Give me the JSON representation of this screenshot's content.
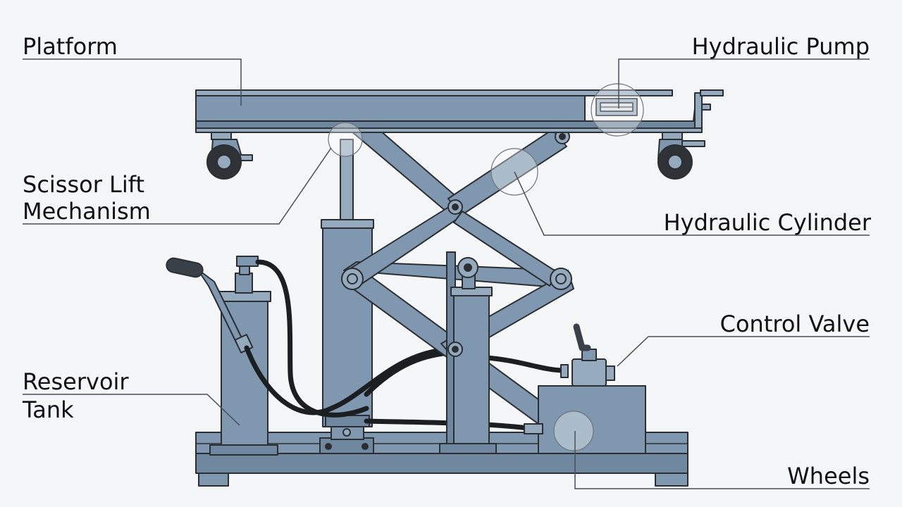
{
  "diagram": {
    "colors": {
      "background": "#f4f6f8",
      "steel": "#7f98b0",
      "steel_dark": "#6f889f",
      "steel_light": "#95aabd",
      "outline": "#2b2f33",
      "hose": "#1c1f22",
      "leader": "#4a4f55",
      "highlight": "#ffffff"
    },
    "labels": {
      "platform": "Platform",
      "hydraulic_pump": "Hydraulic Pump",
      "scissor_lift_line1": "Scissor Lift",
      "scissor_lift_line2": "Mechanism",
      "hydraulic_cylinder": "Hydraulic Cylinder",
      "control_valve": "Control Valve",
      "reservoir_line1": "Reservoir",
      "reservoir_line2": "Tank",
      "wheels": "Wheels"
    }
  }
}
